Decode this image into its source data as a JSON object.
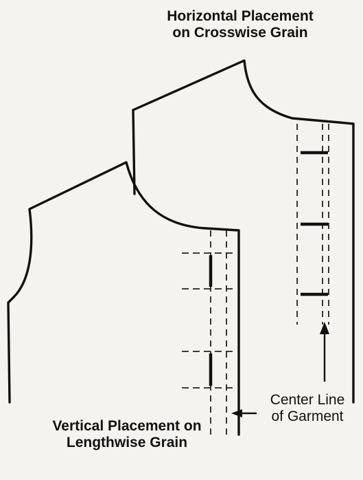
{
  "labels": {
    "top": {
      "line1": "Horizontal Placement",
      "line2": "on Crosswise Grain"
    },
    "bottom": {
      "line1": "Vertical Placement on",
      "line2": "Lengthwise Grain"
    },
    "center_line": {
      "line1": "Center Line",
      "line2": "of Garment"
    }
  },
  "colors": {
    "ink": "#111111",
    "paper": "#f4f3ef"
  }
}
